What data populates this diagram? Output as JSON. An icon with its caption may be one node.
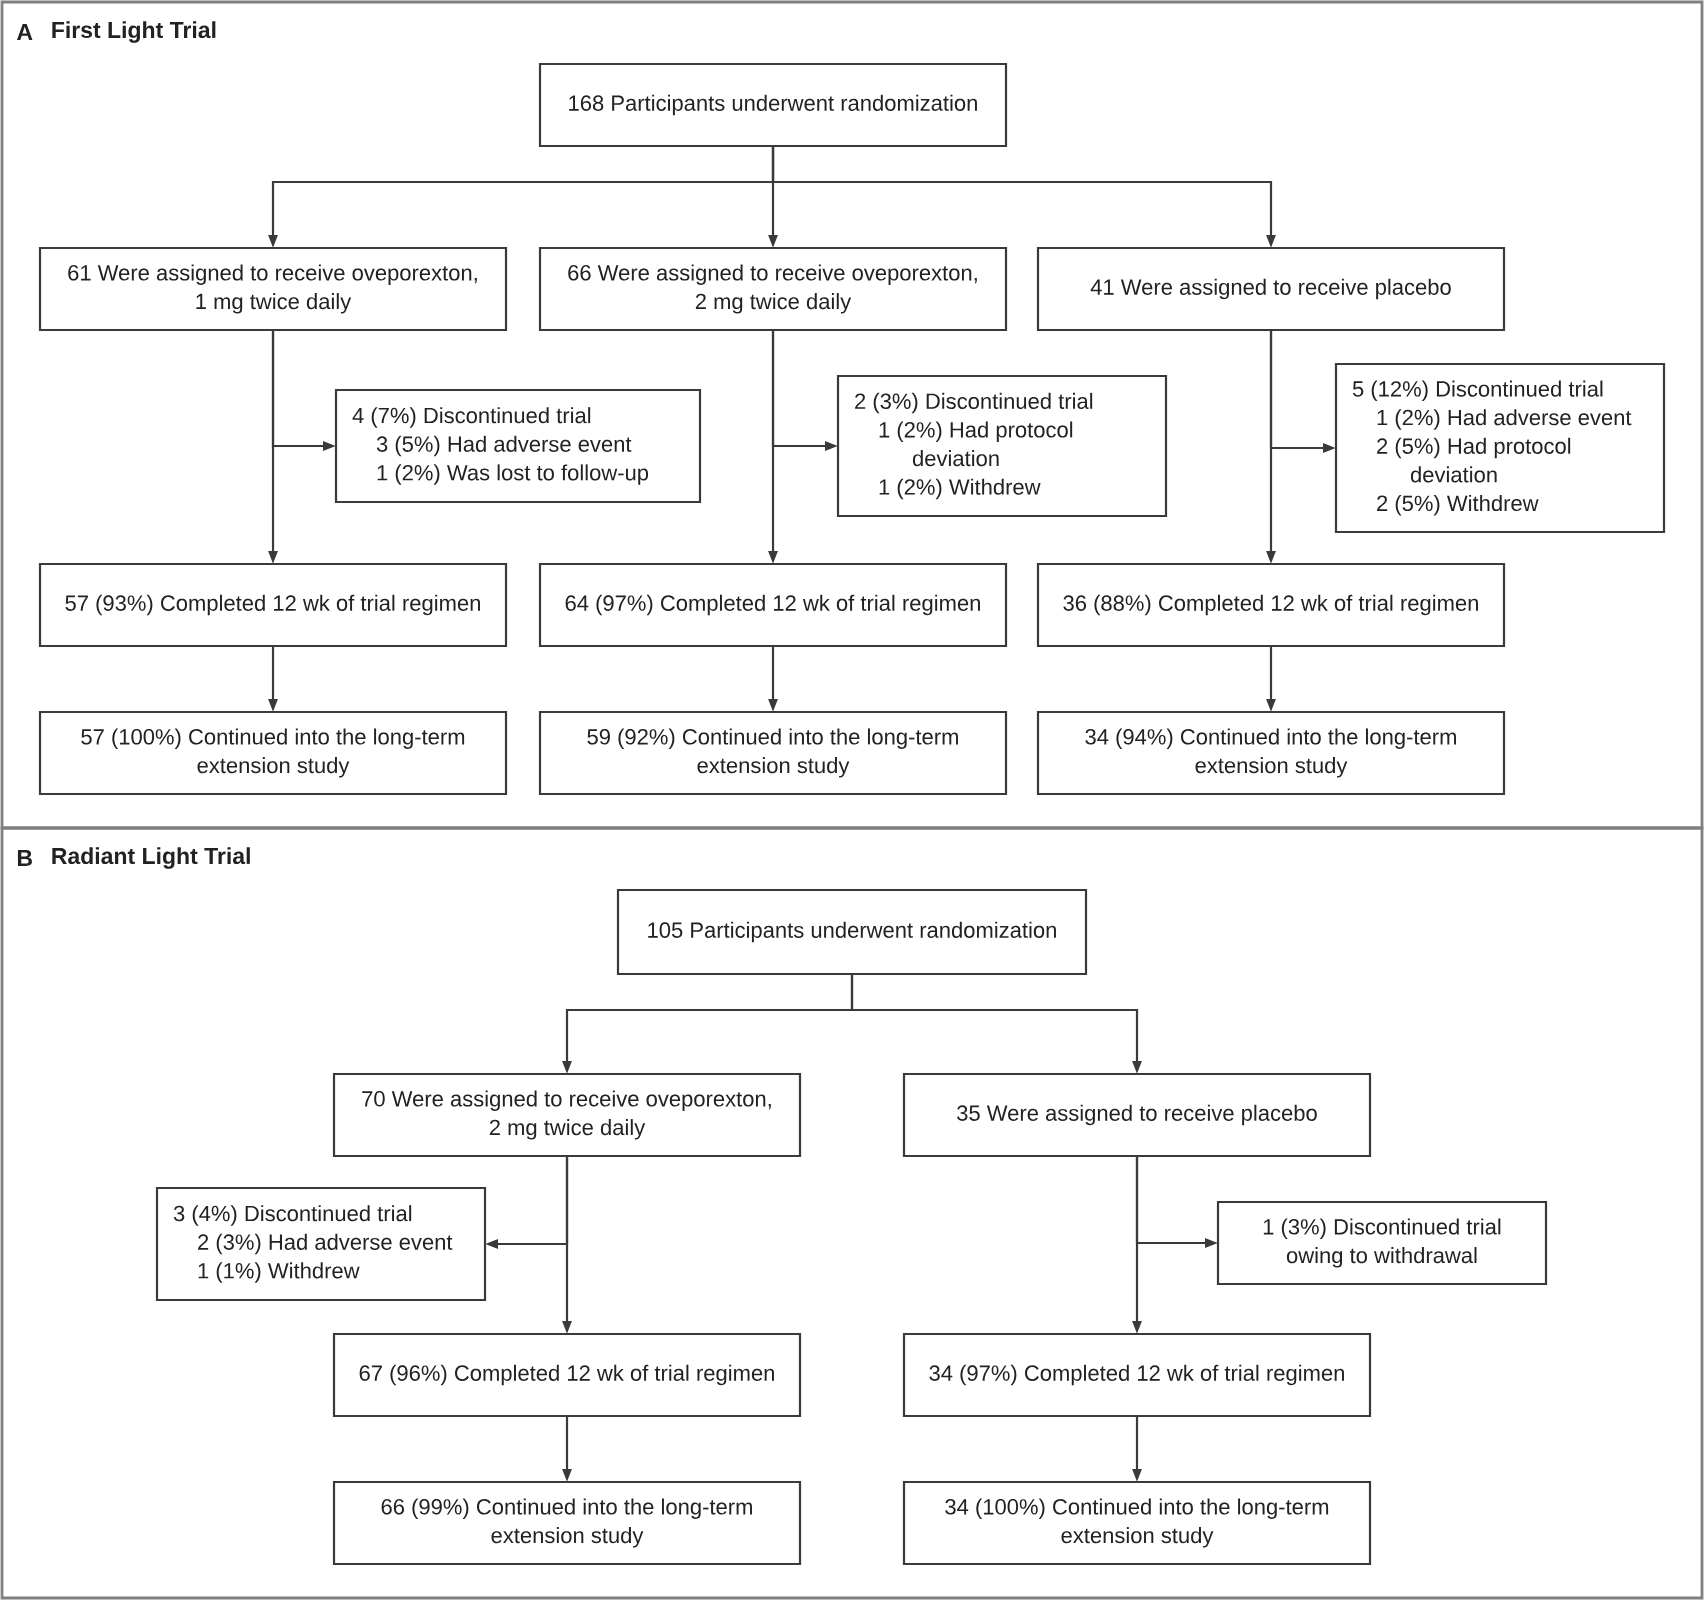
{
  "diagram": {
    "nodes": [
      {
        "text": [
          "A",
          "First Light Trial"
        ]
      },
      {
        "text": [
          "168 Participants underwent randomization"
        ],
        "in": 0
      },
      {
        "text": [
          "61 Were assigned to receive oveporexton, 1 mg twice daily"
        ],
        "in": 0
      },
      {
        "text": [
          "66 Were assigned to receive oveporexton, 2 mg twice daily"
        ],
        "in": 0
      },
      {
        "text": [
          "41 Were assigned to receive placebo"
        ],
        "in": 0
      },
      {
        "text": [
          "4 (7%) Discontinued trial",
          "3 (5%) Had adverse event",
          "1 (2%) Was lost to follow-up"
        ],
        "in": 0
      },
      {
        "text": [
          "2 (3%) Discontinued trial",
          "1 (2%) Had protocol deviation",
          "1 (2%) Withdrew"
        ],
        "in": 0
      },
      {
        "text": [
          "5 (12%) Discontinued trial",
          "1 (2%) Had adverse event",
          "2 (5%) Had protocol deviation",
          "2 (5%) Withdrew"
        ],
        "in": 0
      },
      {
        "text": [
          "57 (93%) Completed 12 wk of trial regimen"
        ],
        "in": 0
      },
      {
        "text": [
          "64 (97%) Completed 12 wk of trial regimen"
        ],
        "in": 0
      },
      {
        "text": [
          "36 (88%) Completed 12 wk of trial regimen"
        ],
        "in": 0
      },
      {
        "text": [
          "57 (100%) Continued into the long-term extension study"
        ],
        "in": 0
      },
      {
        "text": [
          "59 (92%) Continued into the long-term extension study"
        ],
        "in": 0
      },
      {
        "text": [
          "34 (94%) Continued into the long-term extension study"
        ],
        "in": 0
      },
      {
        "text": [
          "B",
          "Radiant Light Trial"
        ]
      },
      {
        "text": [
          "105 Participants underwent randomization"
        ],
        "in": 14
      },
      {
        "text": [
          "70 Were assigned to receive oveporexton, 2 mg twice daily"
        ],
        "in": 14
      },
      {
        "text": [
          "35 Were assigned to receive placebo"
        ],
        "in": 14
      },
      {
        "text": [
          "3 (4%) Discontinued trial",
          "2 (3%) Had adverse event",
          "1 (1%) Withdrew"
        ],
        "in": 14
      },
      {
        "text": [
          "1 (3%) Discontinued trial owing to withdrawal"
        ],
        "in": 14
      },
      {
        "text": [
          "67 (96%) Completed 12 wk of trial regimen"
        ],
        "in": 14
      },
      {
        "text": [
          "34 (97%) Completed 12 wk of trial regimen"
        ],
        "in": 14
      },
      {
        "text": [
          "66 (99%) Continued into the long-term extension study"
        ],
        "in": 14
      },
      {
        "text": [
          "34 (100%) Continued into the long-term extension study"
        ],
        "in": 14
      }
    ],
    "edges": [
      {
        "from": 1,
        "to": 2,
        "arrow": "to"
      },
      {
        "from": 1,
        "to": 3,
        "arrow": "to"
      },
      {
        "from": 1,
        "to": 4,
        "arrow": "to"
      },
      {
        "from": 2,
        "to": 5,
        "arrow": "to"
      },
      {
        "from": 2,
        "to": 8,
        "arrow": "to"
      },
      {
        "from": 3,
        "to": 6,
        "arrow": "to"
      },
      {
        "from": 3,
        "to": 9,
        "arrow": "to"
      },
      {
        "from": 4,
        "to": 7,
        "arrow": "to"
      },
      {
        "from": 4,
        "to": 10,
        "arrow": "to"
      },
      {
        "from": 8,
        "to": 11,
        "arrow": "to"
      },
      {
        "from": 9,
        "to": 12,
        "arrow": "to"
      },
      {
        "from": 10,
        "to": 13,
        "arrow": "to"
      },
      {
        "from": 15,
        "to": 16,
        "arrow": "to"
      },
      {
        "from": 15,
        "to": 17,
        "arrow": "to"
      },
      {
        "from": 16,
        "to": 18,
        "arrow": "to"
      },
      {
        "from": 16,
        "to": 20,
        "arrow": "to"
      },
      {
        "from": 17,
        "to": 19,
        "arrow": "to"
      },
      {
        "from": 17,
        "to": 21,
        "arrow": "to"
      },
      {
        "from": 20,
        "to": 22,
        "arrow": "to"
      },
      {
        "from": 21,
        "to": 23,
        "arrow": "to"
      }
    ]
  }
}
